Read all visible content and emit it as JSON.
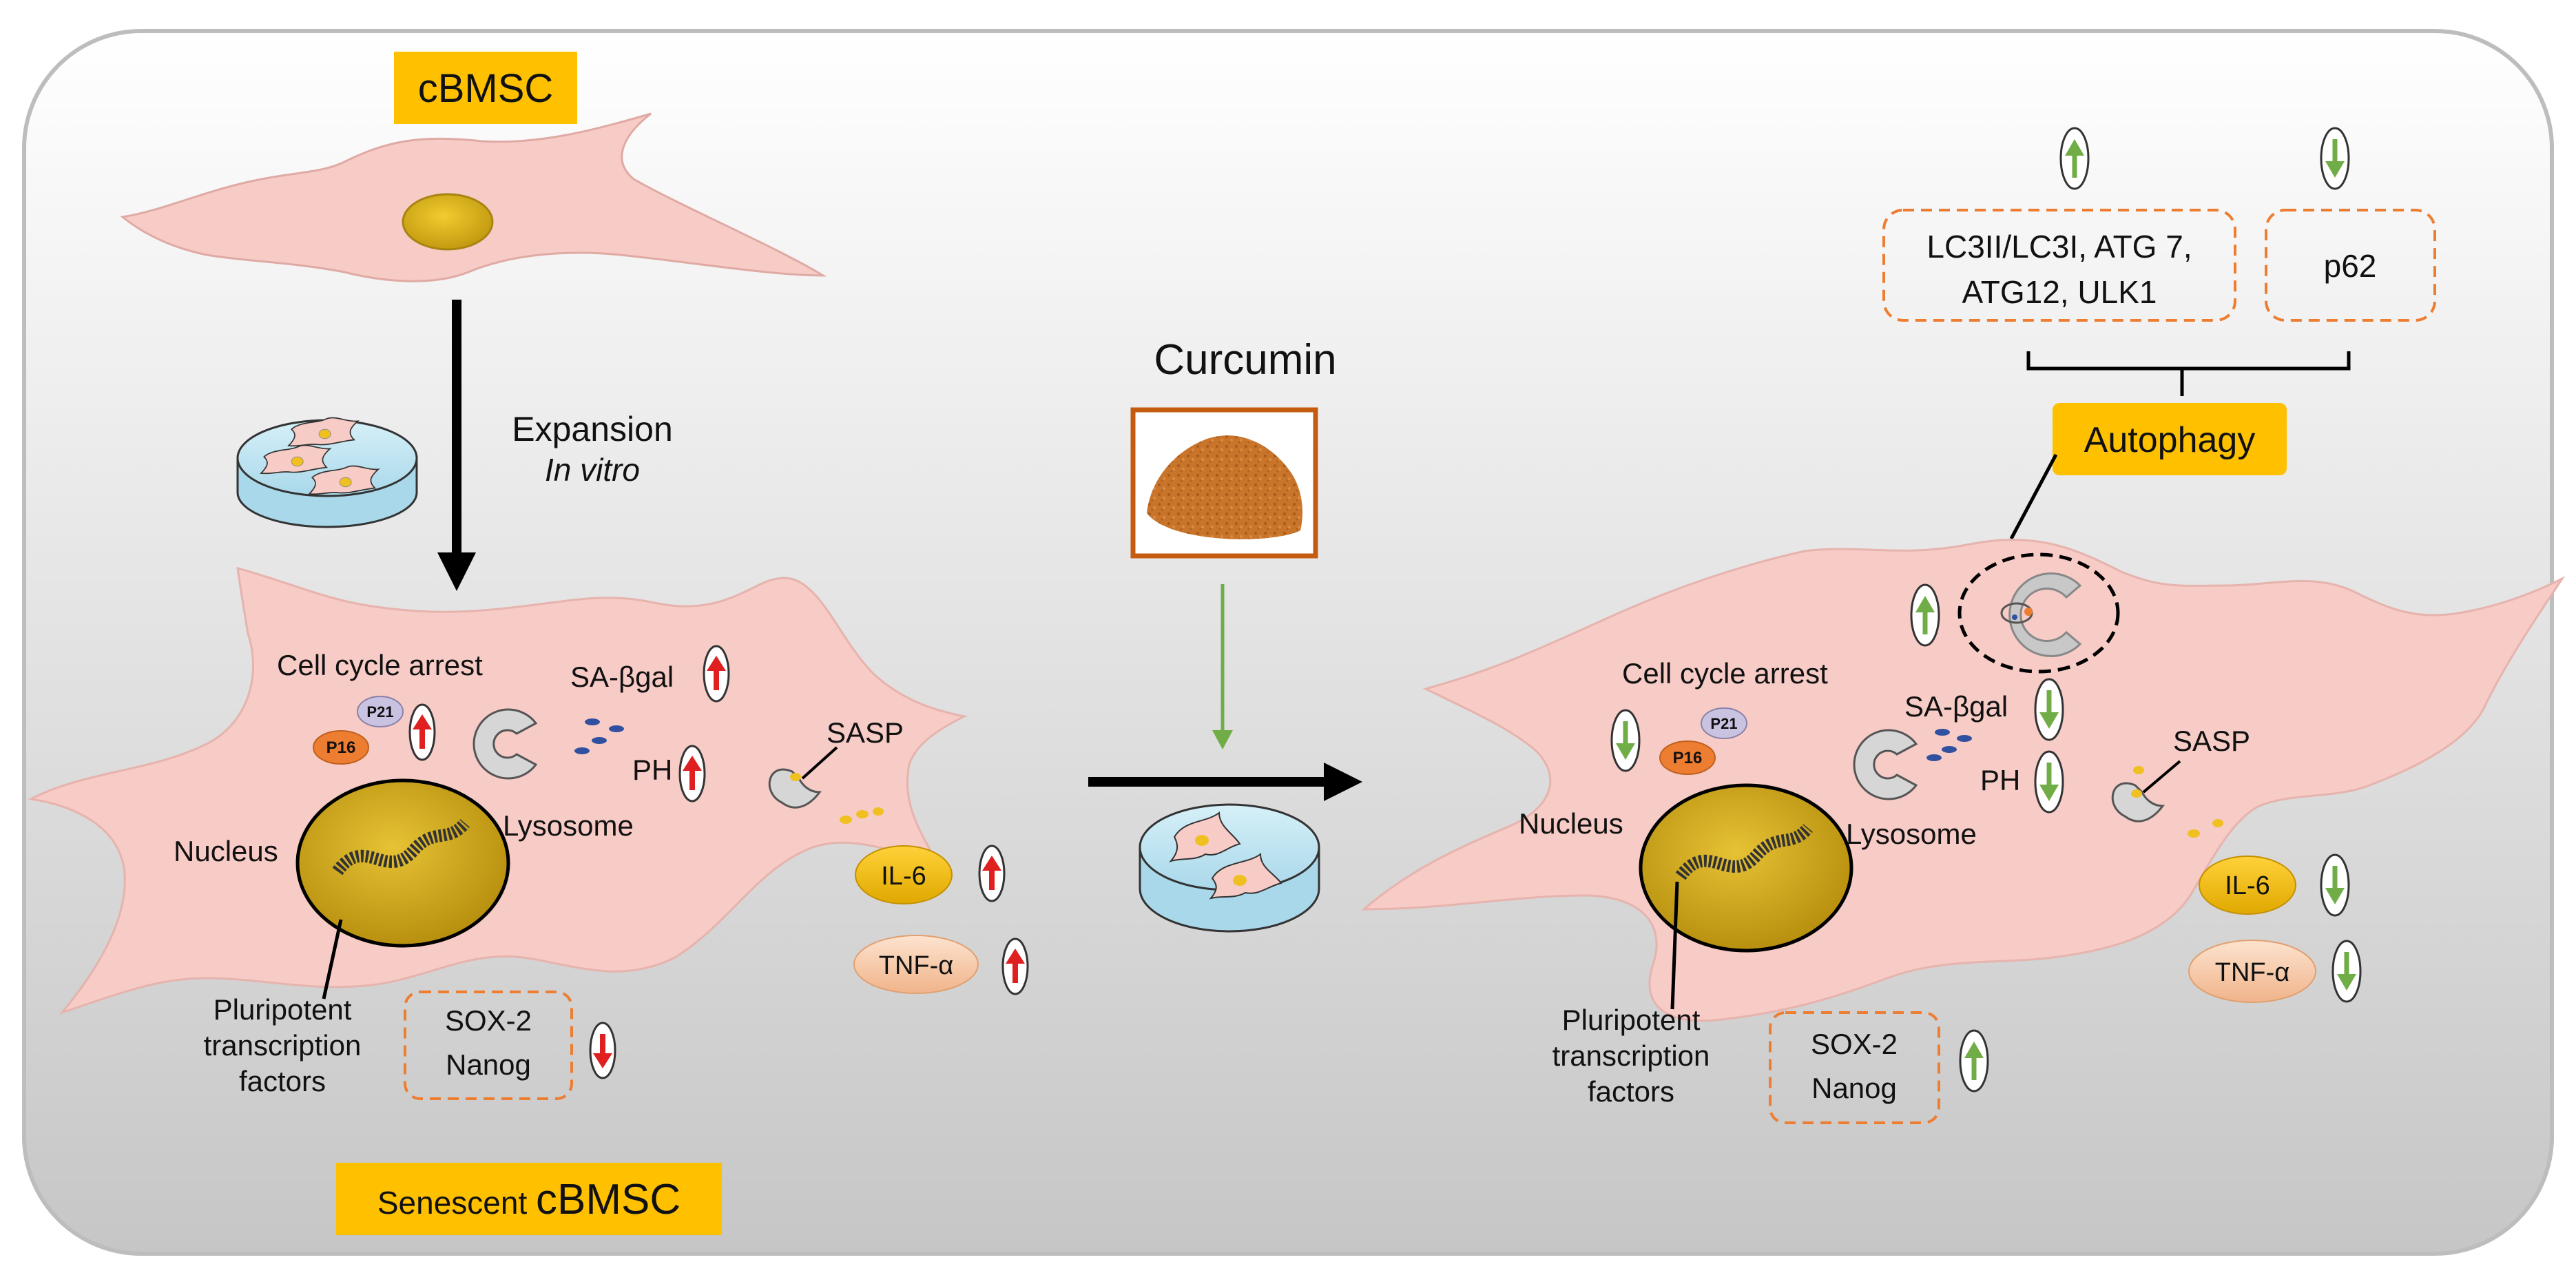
{
  "labels": {
    "cbmsc_top": "cBMSC",
    "expansion": "Expansion",
    "in_vitro": "In vitro",
    "curcumin": "Curcumin",
    "senescent_prefix": "Senescent ",
    "senescent_suffix": "cBMSC",
    "autophagy": "Autophagy",
    "lc3_line1": "LC3II/LC3I, ATG 7,",
    "lc3_line2": "ATG12, ULK1",
    "p62": "p62"
  },
  "left_cell": {
    "cell_cycle_arrest": "Cell cycle arrest",
    "p21": "P21",
    "p16": "P16",
    "sa_bgal": "SA-βgal",
    "ph": "PH",
    "sasp": "SASP",
    "lysosome": "Lysosome",
    "nucleus": "Nucleus",
    "il6": "IL-6",
    "tnfa": "TNF-α",
    "pluri_line1": "Pluripotent",
    "pluri_line2": "transcription",
    "pluri_line3": "factors",
    "sox2": "SOX-2",
    "nanog": "Nanog"
  },
  "right_cell": {
    "cell_cycle_arrest": "Cell cycle arrest",
    "p21": "P21",
    "p16": "P16",
    "sa_bgal": "SA-βgal",
    "ph": "PH",
    "sasp": "SASP",
    "lysosome": "Lysosome",
    "nucleus": "Nucleus",
    "il6": "IL-6",
    "tnfa": "TNF-α",
    "pluri_line1": "Pluripotent",
    "pluri_line2": "transcription",
    "pluri_line3": "factors",
    "sox2": "SOX-2",
    "nanog": "Nanog"
  },
  "colors": {
    "panel_bg_top": "#ffffff",
    "panel_bg_bottom": "#c9c9c9",
    "cell_fill": "#f7cbc6",
    "nucleus_fill": "#c9a21a",
    "label_box": "#ffc000",
    "dashed_box": "#ed7d31",
    "up_red": "#e02020",
    "down_green": "#70ad47",
    "dish_fill": "#bfe3f0",
    "curcumin_frame": "#c55a11",
    "curcumin_powder": "#c8742a"
  },
  "indicators": {
    "left_p21": "up",
    "left_sa_bgal": "up",
    "left_ph": "up",
    "left_il6": "up",
    "left_tnfa": "up",
    "left_sox2_nanog": "down",
    "right_autophagy": "up",
    "right_cell_cycle": "down",
    "right_sa_bgal": "down",
    "right_ph": "down",
    "right_il6": "down",
    "right_tnfa": "down",
    "right_sox2_nanog": "up",
    "lc3_group": "up",
    "p62": "down"
  }
}
